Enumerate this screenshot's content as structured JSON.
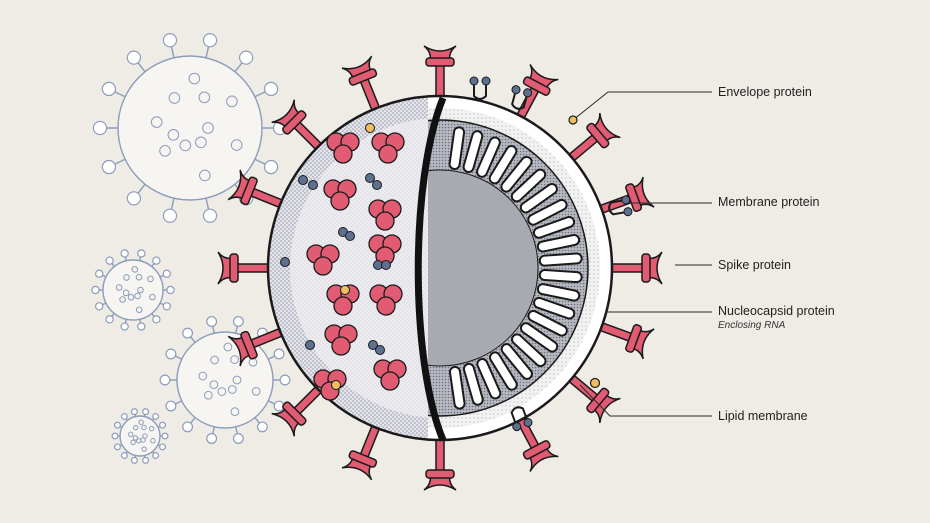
{
  "labels": {
    "envelope": "Envelope protein",
    "membrane": "Membrane protein",
    "spike": "Spike protein",
    "nucleocapsid": "Nucleocapsid protein",
    "nucleocapsid_sub": "Enclosing RNA",
    "lipid": "Lipid membrane"
  },
  "colors": {
    "background": "#efece6",
    "spike": "#e15b72",
    "outline": "#1a1a1a",
    "membrane_protein": "#5e7090",
    "envelope_protein": "#f0c060",
    "small_virus_line": "#8c9cba"
  }
}
